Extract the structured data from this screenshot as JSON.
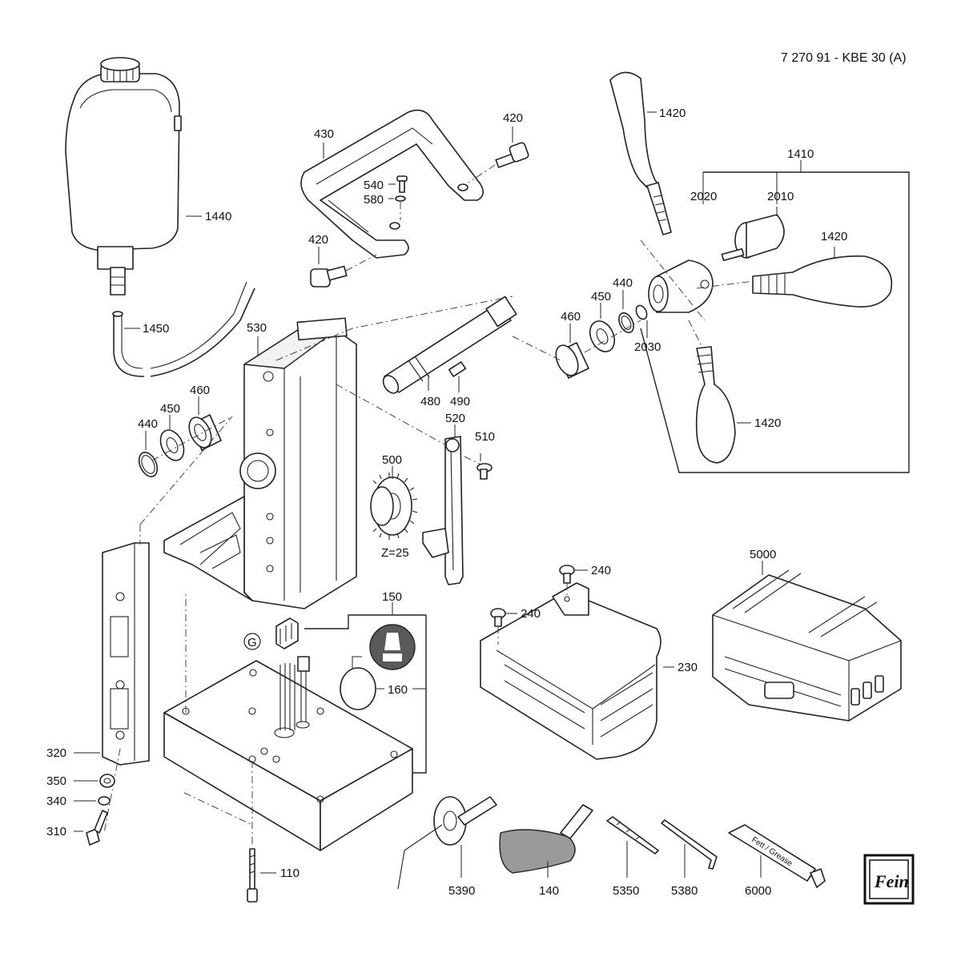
{
  "doc_title": "7 270 91 - KBE 30 (A)",
  "tube_text": "Fett / Grease",
  "gear_note": "Z=25",
  "ground_symbol": "G",
  "brand": "Fein",
  "parts": {
    "p1440": "1440",
    "p1450": "1450",
    "p430": "430",
    "p420_top": "420",
    "p540": "540",
    "p580": "580",
    "p420_mid": "420",
    "p1420_top": "1420",
    "p1410": "1410",
    "p2020": "2020",
    "p2010": "2010",
    "p1420_right": "1420",
    "p440_right": "440",
    "p450_right": "450",
    "p460_right": "460",
    "p2030": "2030",
    "p1420_bottom": "1420",
    "p530": "530",
    "p460_left": "460",
    "p450_left": "450",
    "p440_left": "440",
    "p480": "480",
    "p490": "490",
    "p520": "520",
    "p510": "510",
    "p500": "500",
    "p150": "150",
    "p160": "160",
    "p240_a": "240",
    "p240_b": "240",
    "p230": "230",
    "p5000": "5000",
    "p320": "320",
    "p350": "350",
    "p340": "340",
    "p310": "310",
    "p110": "110",
    "p5390": "5390",
    "p140": "140",
    "p5350": "5350",
    "p5380": "5380",
    "p6000": "6000"
  }
}
